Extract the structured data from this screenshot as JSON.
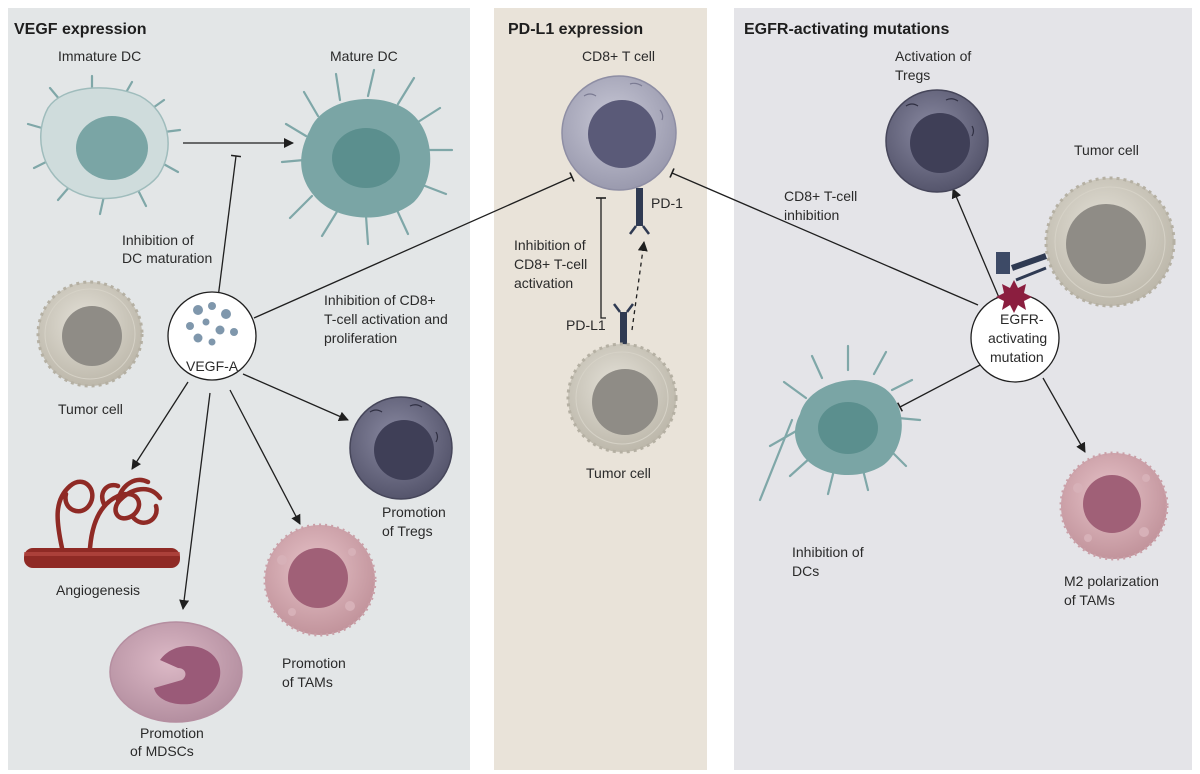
{
  "panels": {
    "vegf": {
      "title": "VEGF expression",
      "immature_dc": "Immature DC",
      "mature_dc": "Mature DC",
      "inhibition_dc": [
        "Inhibition of",
        "DC maturation"
      ],
      "tumor_cell": "Tumor cell",
      "vegf_a": "VEGF-A",
      "inhibition_cd8": [
        "Inhibition of CD8+",
        "T-cell activation and",
        "proliferation"
      ],
      "tregs": [
        "Promotion",
        "of Tregs"
      ],
      "angiogenesis": "Angiogenesis",
      "tams": [
        "Promotion",
        "of TAMs"
      ],
      "mdscs": [
        "Promotion",
        "of MDSCs"
      ]
    },
    "pdl1": {
      "title": "PD-L1 expression",
      "cd8_cell": "CD8+ T cell",
      "pd1": "PD-1",
      "pdl1": "PD-L1",
      "inhibition": [
        "Inhibition of",
        "CD8+ T-cell",
        "activation"
      ],
      "tumor_cell": "Tumor cell"
    },
    "egfr": {
      "title": "EGFR-activating mutations",
      "tregs": [
        "Activation of",
        "Tregs"
      ],
      "tumor_cell": "Tumor cell",
      "cd8_inhibition": [
        "CD8+ T-cell",
        "inhibition"
      ],
      "mutation": [
        "EGFR-",
        "activating",
        "mutation"
      ],
      "dcs": [
        "Inhibition of",
        "DCs"
      ],
      "m2": [
        "M2 polarization",
        "of TAMs"
      ]
    }
  },
  "colors": {
    "panel_left": "#e3e6e7",
    "panel_mid": "#e9e3d9",
    "panel_right": "#e4e4e8",
    "dc": "#7aa5a5",
    "tumor": "#cfcbc0",
    "tcell": "#a9a9bd",
    "treg": "#5a5a72",
    "tam": "#cfa0a8",
    "vessel": "#8f2a25",
    "mutation_star": "#8b1e3f"
  }
}
